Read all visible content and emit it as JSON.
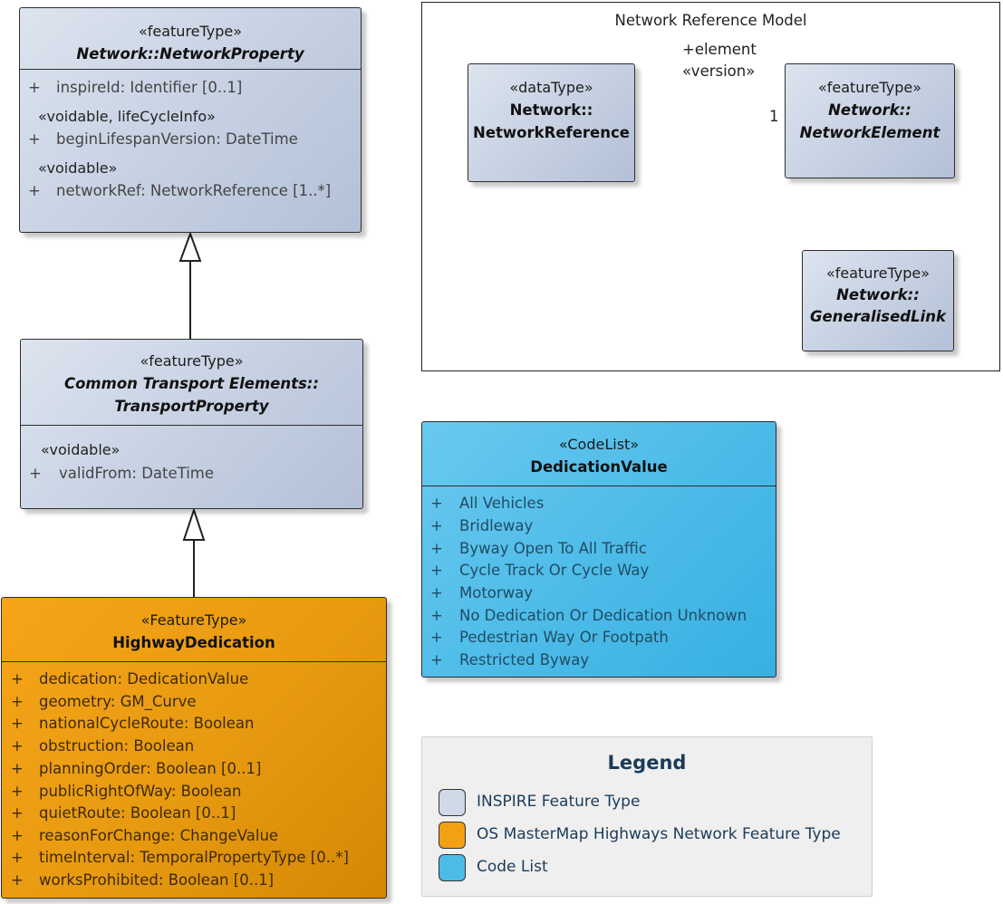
{
  "network_property": {
    "stereotype": "«featureType»",
    "name": "Network::NetworkProperty",
    "attributes": [
      {
        "vis": "+",
        "text": "inspireId: Identifier [0..1]"
      },
      {
        "group": "«voidable, lifeCycleInfo»"
      },
      {
        "vis": "+",
        "text": "beginLifespanVersion: DateTime"
      },
      {
        "group": "«voidable»"
      },
      {
        "vis": "+",
        "text": "networkRef: NetworkReference [1..*]"
      }
    ]
  },
  "transport_property": {
    "stereotype": "«featureType»",
    "name_line1": "Common Transport Elements::",
    "name_line2": "TransportProperty",
    "attributes": [
      {
        "group": "«voidable»"
      },
      {
        "vis": "+",
        "text": "validFrom: DateTime"
      }
    ]
  },
  "highway_dedication": {
    "stereotype": "«FeatureType»",
    "name": "HighwayDedication",
    "attributes": [
      {
        "vis": "+",
        "text": "dedication: DedicationValue"
      },
      {
        "vis": "+",
        "text": "geometry: GM_Curve"
      },
      {
        "vis": "+",
        "text": "nationalCycleRoute: Boolean"
      },
      {
        "vis": "+",
        "text": "obstruction: Boolean"
      },
      {
        "vis": "+",
        "text": "planningOrder: Boolean [0..1]"
      },
      {
        "vis": "+",
        "text": "publicRightOfWay: Boolean"
      },
      {
        "vis": "+",
        "text": "quietRoute: Boolean [0..1]"
      },
      {
        "vis": "+",
        "text": "reasonForChange: ChangeValue"
      },
      {
        "vis": "+",
        "text": "timeInterval: TemporalPropertyType [0..*]"
      },
      {
        "vis": "+",
        "text": "worksProhibited: Boolean [0..1]"
      }
    ]
  },
  "network_reference_model": {
    "title": "Network Reference Model",
    "network_reference": {
      "stereotype": "«dataType»",
      "name_line1": "Network::",
      "name_line2": "NetworkReference"
    },
    "network_element": {
      "stereotype": "«featureType»",
      "name_line1": "Network::",
      "name_line2": "NetworkElement"
    },
    "generalised_link": {
      "stereotype": "«featureType»",
      "name_line1": "Network::",
      "name_line2": "GeneralisedLink"
    },
    "association": {
      "role": "+element",
      "stereotype": "«version»",
      "multiplicity": "1"
    }
  },
  "dedication_value": {
    "stereotype": "«CodeList»",
    "name": "DedicationValue",
    "values": [
      {
        "vis": "+",
        "text": "All Vehicles"
      },
      {
        "vis": "+",
        "text": "Bridleway"
      },
      {
        "vis": "+",
        "text": "Byway Open To All Traffic"
      },
      {
        "vis": "+",
        "text": "Cycle Track Or Cycle Way"
      },
      {
        "vis": "+",
        "text": "Motorway"
      },
      {
        "vis": "+",
        "text": "No Dedication Or Dedication Unknown"
      },
      {
        "vis": "+",
        "text": "Pedestrian Way Or Footpath"
      },
      {
        "vis": "+",
        "text": "Restricted Byway"
      }
    ]
  },
  "legend": {
    "title": "Legend",
    "items": [
      {
        "label": "INSPIRE Feature Type",
        "color": "#d0d9e8"
      },
      {
        "label": "OS MasterMap Highways Network Feature Type",
        "color": "#f2a014"
      },
      {
        "label": "Code List",
        "color": "#4dbbe8"
      }
    ]
  },
  "colors": {
    "inspire_fill": "#c9d3e4",
    "os_mastermap_fill": "#e79a10",
    "codelist_fill": "#4ebce9",
    "border": "#2e2e2e",
    "legend_text": "#1b3b5a"
  }
}
